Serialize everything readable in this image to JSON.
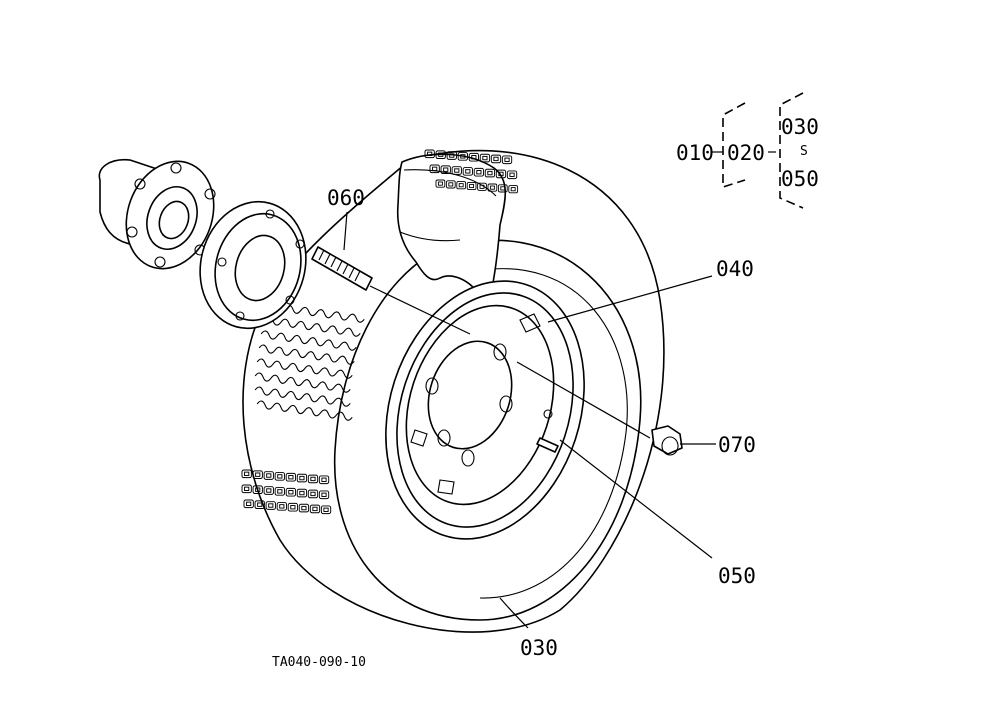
{
  "diagram": {
    "part_labels": {
      "p010": "010",
      "p020": "020",
      "p030_tree": "030",
      "range_mark": "S",
      "p050_tree": "050",
      "p060": "060",
      "p040": "040",
      "p070": "070",
      "p050": "050",
      "p030": "030"
    },
    "figure_code": "TA040-090-10",
    "parts": [
      {
        "id": "tire",
        "icon": "tire-icon"
      },
      {
        "id": "wheel-rim",
        "icon": "rim-icon"
      },
      {
        "id": "hub",
        "icon": "hub-icon"
      },
      {
        "id": "stud",
        "icon": "stud-bolt-icon"
      },
      {
        "id": "nut",
        "icon": "lug-nut-icon"
      },
      {
        "id": "valve",
        "icon": "valve-icon"
      }
    ]
  }
}
